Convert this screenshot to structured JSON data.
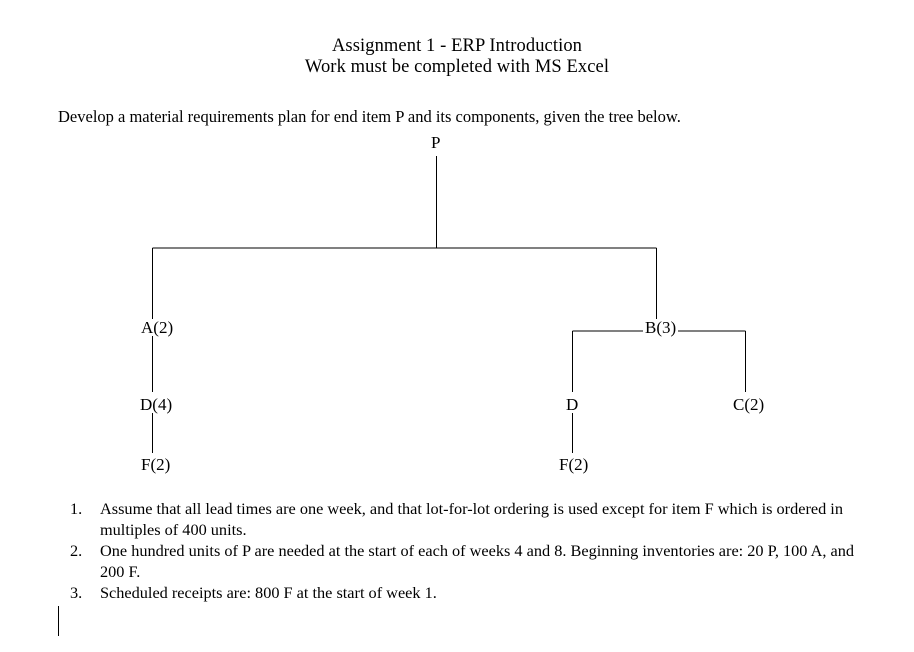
{
  "document": {
    "title_lines": [
      "Assignment 1 - ERP Introduction",
      "Work must be completed with MS Excel"
    ],
    "intro": "Develop a material requirements plan for end item P and its components, given the tree below."
  },
  "tree": {
    "type": "bill-of-materials",
    "root": "P",
    "nodes": [
      {
        "id": "P",
        "label": "P",
        "item": "P",
        "quantity": null,
        "level": 0,
        "parent": null
      },
      {
        "id": "A",
        "label": "A(2)",
        "item": "A",
        "quantity": 2,
        "level": 1,
        "parent": "P"
      },
      {
        "id": "B",
        "label": "B(3)",
        "item": "B",
        "quantity": 3,
        "level": 1,
        "parent": "P"
      },
      {
        "id": "D1",
        "label": "D(4)",
        "item": "D",
        "quantity": 4,
        "level": 2,
        "parent": "A"
      },
      {
        "id": "D2",
        "label": "D",
        "item": "D",
        "quantity": null,
        "level": 2,
        "parent": "B"
      },
      {
        "id": "C",
        "label": "C(2)",
        "item": "C",
        "quantity": 2,
        "level": 2,
        "parent": "B"
      },
      {
        "id": "F1",
        "label": "F(2)",
        "item": "F",
        "quantity": 2,
        "level": 3,
        "parent": "D1"
      },
      {
        "id": "F2",
        "label": "F(2)",
        "item": "F",
        "quantity": 2,
        "level": 3,
        "parent": "D2"
      }
    ],
    "labels": {
      "p": "P",
      "a": "A(2)",
      "b": "B(3)",
      "d_left": "D(4)",
      "d_right": "D",
      "c": "C(2)",
      "f_left": "F(2)",
      "f_right": "F(2)"
    },
    "line_color": "#000000"
  },
  "notes": {
    "items": [
      {
        "number": "1.",
        "text": "Assume that all lead times are one week, and that lot-for-lot ordering is used except for item F which is ordered in multiples of 400 units."
      },
      {
        "number": "2.",
        "text": "One hundred units of P are needed at the start of each of weeks 4 and 8. Beginning inventories are: 20 P, 100 A, and 200 F."
      },
      {
        "number": "3.",
        "text": "Scheduled receipts are: 800 F at the start of week 1."
      }
    ]
  }
}
